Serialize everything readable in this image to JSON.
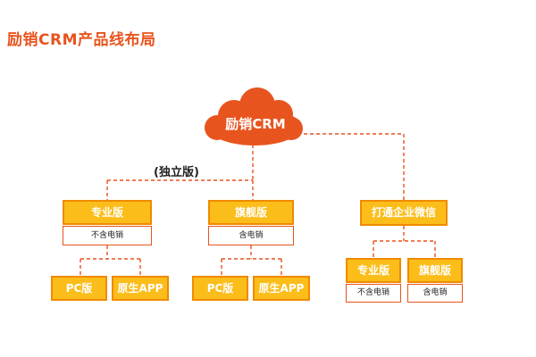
{
  "title": "励销CRM产品线布局",
  "root": "励销CRM",
  "note": "(独立版)",
  "pro_left": {
    "label": "专业版",
    "desc": "不含电销"
  },
  "flag_left": {
    "label": "旗舰版",
    "desc": "含电销"
  },
  "wechat": {
    "label": "打通企业微信"
  },
  "pc1": "PC版",
  "app1": "原生APP",
  "pc2": "PC版",
  "app2": "原生APP",
  "pro_right": {
    "label": "专业版",
    "desc": "不含电销"
  },
  "flag_right": {
    "label": "旗舰版",
    "desc": "含电销"
  },
  "colors": {
    "accent": "#E8541E",
    "box_fill": "#FBBD1A",
    "box_border": "#F08A00",
    "line": "#E8541E"
  }
}
